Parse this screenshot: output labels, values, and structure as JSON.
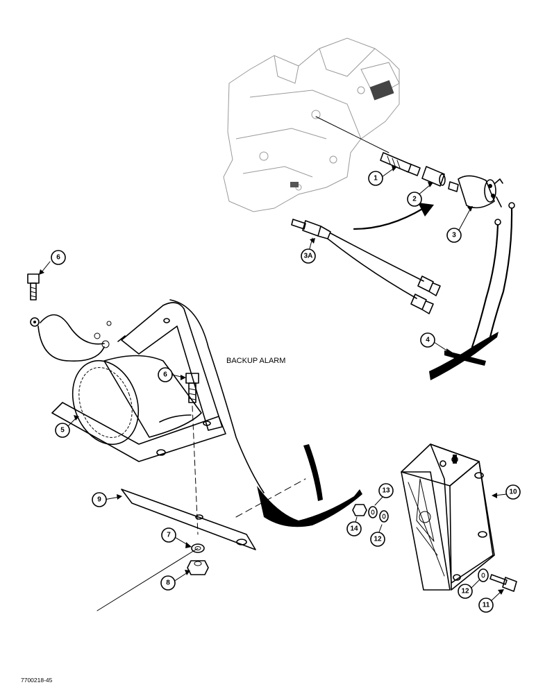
{
  "title": "BACKUP ALARM",
  "reference": "7700218-45",
  "callouts": [
    {
      "id": "c1",
      "label": "1"
    },
    {
      "id": "c2",
      "label": "2"
    },
    {
      "id": "c3",
      "label": "3"
    },
    {
      "id": "c3a",
      "label": "3A"
    },
    {
      "id": "c4",
      "label": "4"
    },
    {
      "id": "c5",
      "label": "5"
    },
    {
      "id": "c6a",
      "label": "6"
    },
    {
      "id": "c6b",
      "label": "6"
    },
    {
      "id": "c7",
      "label": "7"
    },
    {
      "id": "c8",
      "label": "8"
    },
    {
      "id": "c9",
      "label": "9"
    },
    {
      "id": "c10",
      "label": "10"
    },
    {
      "id": "c11",
      "label": "11"
    },
    {
      "id": "c12a",
      "label": "12"
    },
    {
      "id": "c12b",
      "label": "12"
    },
    {
      "id": "c13",
      "label": "13"
    },
    {
      "id": "c14",
      "label": "14"
    }
  ]
}
